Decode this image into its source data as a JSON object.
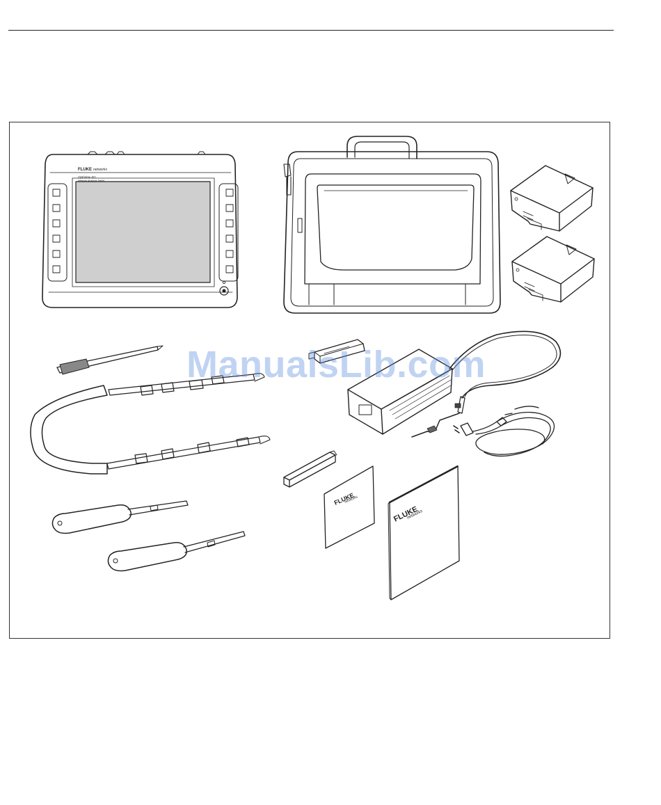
{
  "watermark": {
    "text": "ManualsLib.com",
    "color": "#5a8cdc"
  },
  "device": {
    "brand": "FLUKE",
    "brand_sub": "networks",
    "model_line1": "OptiView XG",
    "model_line2": "Network Analysis Tablet"
  },
  "quick_guide": {
    "brand": "FLUKE",
    "brand_sub": "networks"
  },
  "manual": {
    "brand": "FLUKE",
    "brand_sub": "networks"
  }
}
